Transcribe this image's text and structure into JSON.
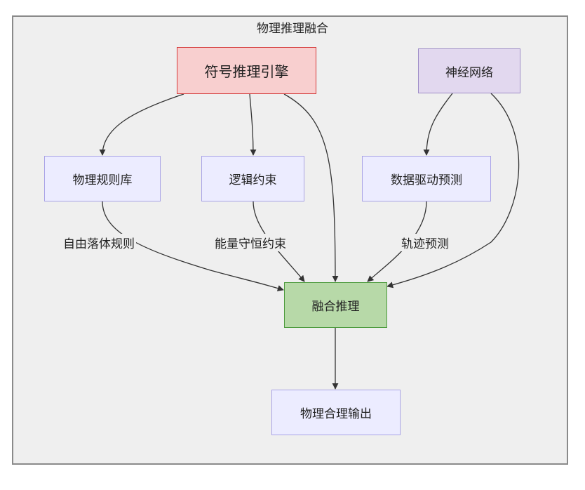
{
  "diagram": {
    "title": "物理推理融合",
    "nodes": {
      "symbolic_engine": "符号推理引擎",
      "neural_network": "神经网络",
      "physics_rules": "物理规则库",
      "logic_constraints": "逻辑约束",
      "data_prediction": "数据驱动预测",
      "fusion": "融合推理",
      "output": "物理合理输出"
    },
    "edge_labels": {
      "freefall": "自由落体规则",
      "energy": "能量守恒约束",
      "trajectory": "轨迹预测"
    }
  },
  "colors": {
    "default_fill": "#ececff",
    "symbolic_fill": "#f8cfcf",
    "neural_fill": "#e2d8ef",
    "fusion_fill": "#b7d9a8"
  }
}
